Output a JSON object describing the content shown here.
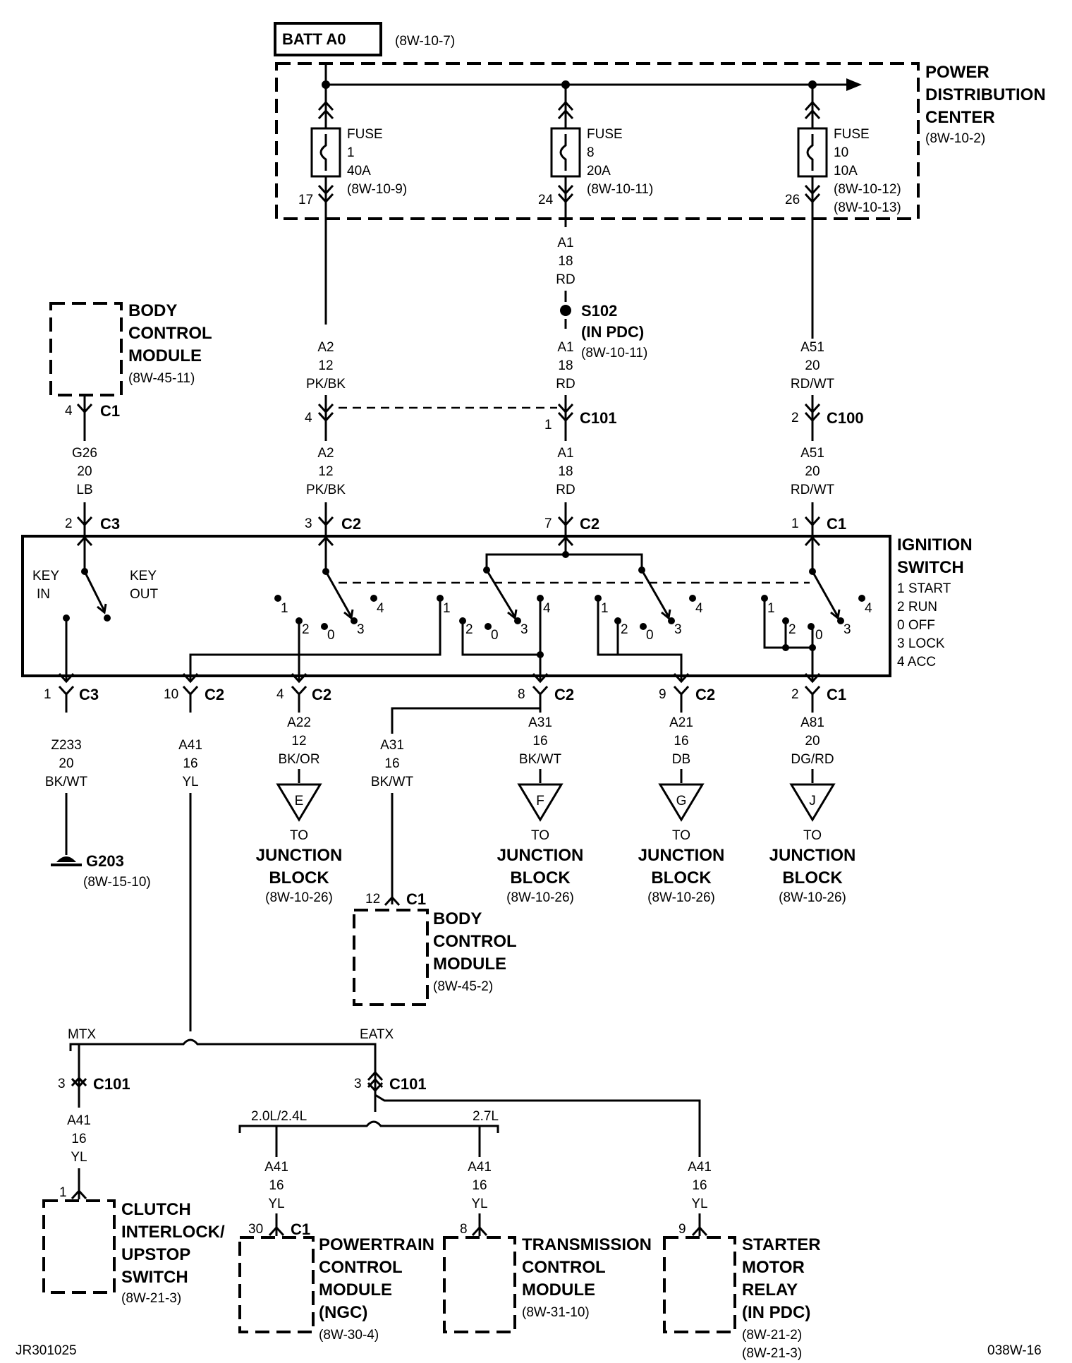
{
  "batt": {
    "label": "BATT A0",
    "ref": "(8W-10-7)"
  },
  "pdc": {
    "lines": [
      "POWER",
      "DISTRIBUTION",
      "CENTER"
    ],
    "ref": "(8W-10-2)",
    "fuses": [
      {
        "lines": [
          "FUSE",
          "1",
          "40A",
          "(8W-10-9)"
        ],
        "pin": "17"
      },
      {
        "lines": [
          "FUSE",
          "8",
          "20A",
          "(8W-10-11)"
        ],
        "pin": "24"
      },
      {
        "lines": [
          "FUSE",
          "10",
          "10A",
          "(8W-10-12)",
          "(8W-10-13)"
        ],
        "pin": "26"
      }
    ]
  },
  "bcm_top": {
    "lines": [
      "BODY",
      "CONTROL",
      "MODULE"
    ],
    "ref": "(8W-45-11)",
    "pin": "4",
    "conn": "C1"
  },
  "splice": {
    "lines": [
      "S102",
      "(IN PDC)"
    ],
    "ref": "(8W-10-11)"
  },
  "wires": {
    "a1_top": [
      "A1",
      "18",
      "RD"
    ],
    "a1_mid": [
      "A1",
      "18",
      "RD"
    ],
    "a1_low": [
      "A1",
      "18",
      "RD"
    ],
    "a2_top": [
      "A2",
      "12",
      "PK/BK"
    ],
    "a2_low": [
      "A2",
      "12",
      "PK/BK"
    ],
    "a51_top": [
      "A51",
      "20",
      "RD/WT"
    ],
    "a51_low": [
      "A51",
      "20",
      "RD/WT"
    ],
    "g26": [
      "G26",
      "20",
      "LB"
    ],
    "z233": [
      "Z233",
      "20",
      "BK/WT"
    ],
    "a41_main": [
      "A41",
      "16",
      "YL"
    ],
    "a22": [
      "A22",
      "12",
      "BK/OR"
    ],
    "a31_left": [
      "A31",
      "16",
      "BK/WT"
    ],
    "a31_right": [
      "A31",
      "16",
      "BK/WT"
    ],
    "a21": [
      "A21",
      "16",
      "DB"
    ],
    "a81": [
      "A81",
      "20",
      "DG/RD"
    ],
    "a41_mtx": [
      "A41",
      "16",
      "YL"
    ],
    "a41_pcm": [
      "A41",
      "16",
      "YL"
    ],
    "a41_tcm": [
      "A41",
      "16",
      "YL"
    ],
    "a41_smr": [
      "A41",
      "16",
      "YL"
    ]
  },
  "connectors": {
    "c101_a2": {
      "pin": "4"
    },
    "c101_a1": {
      "pin": "1",
      "name": "C101"
    },
    "c100": {
      "pin": "2",
      "name": "C100"
    },
    "sw_c3_top": {
      "pin": "2",
      "name": "C3"
    },
    "sw_c2_a2": {
      "pin": "3",
      "name": "C2"
    },
    "sw_c2_a1": {
      "pin": "7",
      "name": "C2"
    },
    "sw_c1_top": {
      "pin": "1",
      "name": "C1"
    },
    "sw_c3_bot": {
      "pin": "1",
      "name": "C3"
    },
    "sw_c2_10": {
      "pin": "10",
      "name": "C2"
    },
    "sw_c2_4": {
      "pin": "4",
      "name": "C2"
    },
    "sw_c2_8": {
      "pin": "8",
      "name": "C2"
    },
    "sw_c2_9": {
      "pin": "9",
      "name": "C2"
    },
    "sw_c1_bot": {
      "pin": "2",
      "name": "C1"
    },
    "c101_mtx": {
      "pin": "3",
      "name": "C101"
    },
    "c101_eatx": {
      "pin": "3",
      "name": "C101"
    }
  },
  "ignition": {
    "lines": [
      "IGNITION",
      "SWITCH"
    ],
    "positions": [
      "1 START",
      "2 RUN",
      "0 OFF",
      "3 LOCK",
      "4 ACC"
    ],
    "key_in": [
      "KEY",
      "IN"
    ],
    "key_out": [
      "KEY",
      "OUT"
    ],
    "pos_labels": [
      "1",
      "2",
      "0",
      "3",
      "4"
    ]
  },
  "ground": {
    "label": "G203",
    "ref": "(8W-15-10)"
  },
  "junctions": [
    {
      "letter": "E",
      "to": "TO",
      "lines": [
        "JUNCTION",
        "BLOCK"
      ],
      "ref": "(8W-10-26)"
    },
    {
      "letter": "F",
      "to": "TO",
      "lines": [
        "JUNCTION",
        "BLOCK"
      ],
      "ref": "(8W-10-26)"
    },
    {
      "letter": "G",
      "to": "TO",
      "lines": [
        "JUNCTION",
        "BLOCK"
      ],
      "ref": "(8W-10-26)"
    },
    {
      "letter": "J",
      "to": "TO",
      "lines": [
        "JUNCTION",
        "BLOCK"
      ],
      "ref": "(8W-10-26)"
    }
  ],
  "bcm_bottom": {
    "lines": [
      "BODY",
      "CONTROL",
      "MODULE"
    ],
    "ref": "(8W-45-2)",
    "pin": "12",
    "conn": "C1"
  },
  "branches": {
    "mtx": "MTX",
    "eatx": "EATX",
    "eng1": "2.0L/2.4L",
    "eng2": "2.7L"
  },
  "clutch": {
    "lines": [
      "CLUTCH",
      "INTERLOCK/",
      "UPSTOP",
      "SWITCH"
    ],
    "ref": "(8W-21-3)",
    "pin": "1"
  },
  "pcm": {
    "lines": [
      "POWERTRAIN",
      "CONTROL",
      "MODULE",
      "(NGC)"
    ],
    "ref": "(8W-30-4)",
    "pin": "30",
    "conn": "C1"
  },
  "tcm": {
    "lines": [
      "TRANSMISSION",
      "CONTROL",
      "MODULE"
    ],
    "ref": "(8W-31-10)",
    "pin": "8"
  },
  "smr": {
    "lines": [
      "STARTER",
      "MOTOR",
      "RELAY",
      "(IN PDC)"
    ],
    "refs": [
      "(8W-21-2)",
      "(8W-21-3)"
    ],
    "pin": "9"
  },
  "footer": {
    "left": "JR301025",
    "right": "038W-16"
  }
}
